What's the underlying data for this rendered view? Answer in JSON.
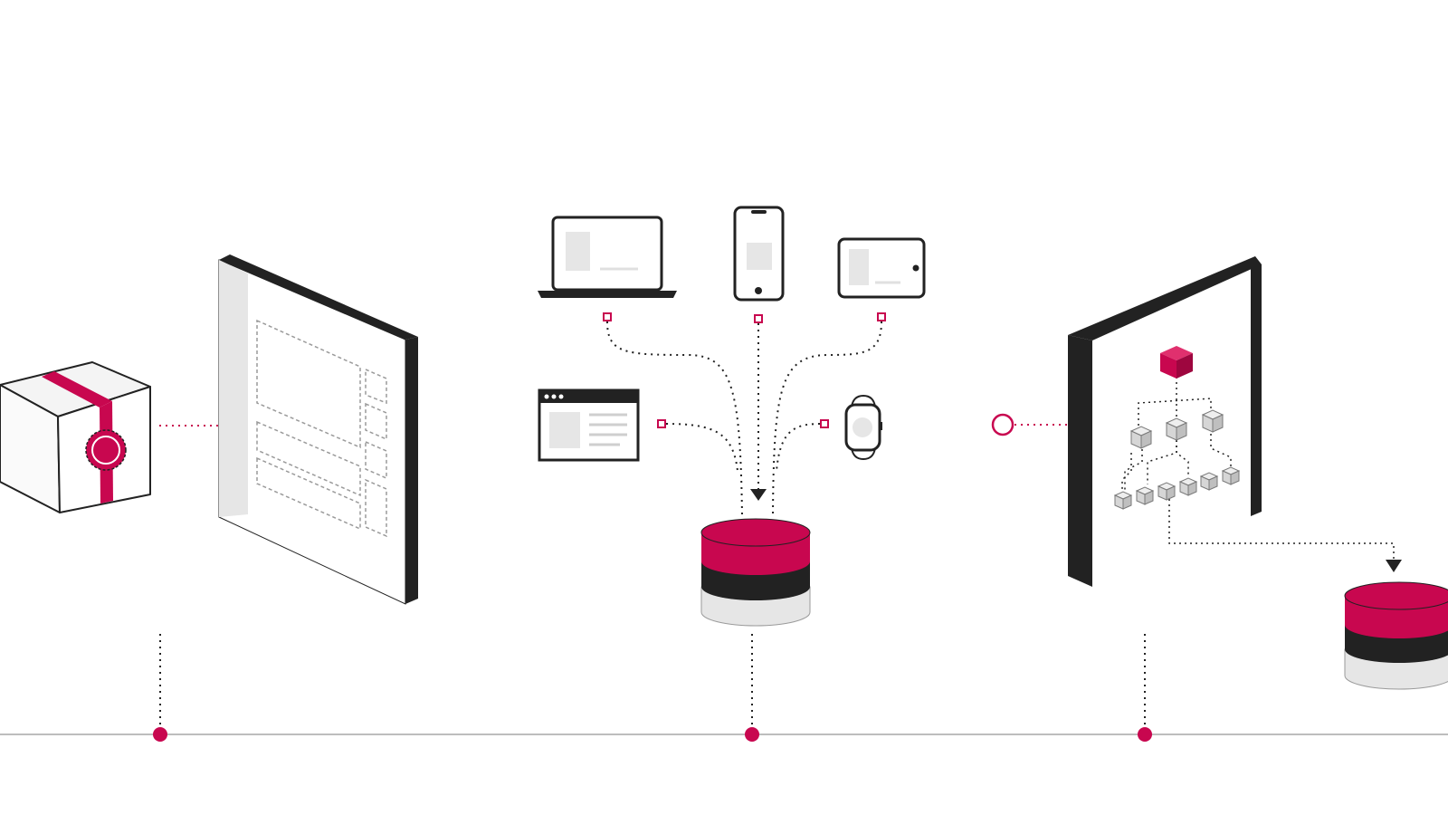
{
  "colors": {
    "accent": "#c8074f",
    "ink": "#222222",
    "muted": "#9a9a9a",
    "light_fill": "#e6e6e6",
    "cube_fill": "#d9d9d9",
    "background": "#ffffff",
    "timeline": "#bdbdbd"
  },
  "diagram": {
    "stages": [
      {
        "id": "package",
        "icon": "gift-box-icon"
      },
      {
        "id": "layout-panel",
        "icon": "wireframe-panel-icon"
      },
      {
        "id": "devices",
        "icon": "multi-device-icon"
      },
      {
        "id": "database",
        "icon": "database-icon"
      },
      {
        "id": "hierarchy-panel",
        "icon": "hierarchy-tree-icon"
      },
      {
        "id": "output-database",
        "icon": "database-icon"
      }
    ],
    "devices": [
      {
        "id": "laptop",
        "icon": "laptop-icon"
      },
      {
        "id": "phone",
        "icon": "smartphone-icon"
      },
      {
        "id": "tablet",
        "icon": "tablet-icon"
      },
      {
        "id": "browser",
        "icon": "browser-window-icon"
      },
      {
        "id": "watch",
        "icon": "smartwatch-icon"
      }
    ],
    "timeline_markers": 3
  }
}
